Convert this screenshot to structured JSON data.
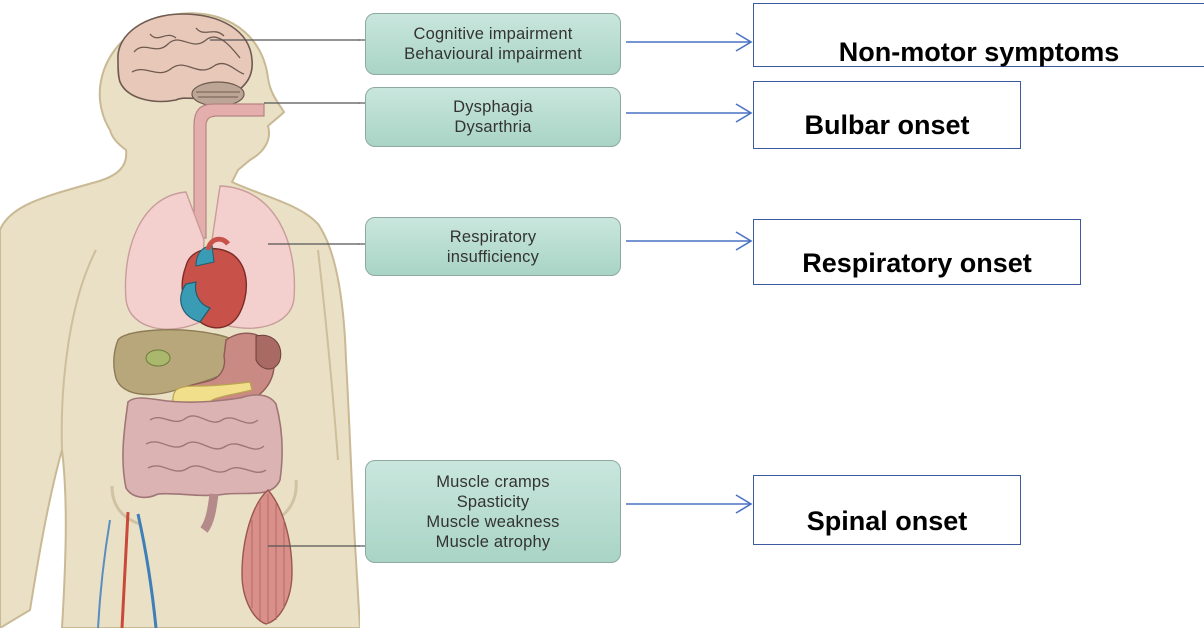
{
  "symptom_groups": [
    {
      "lines": [
        "Cognitive impairment",
        "Behavioural impairment"
      ],
      "onset_label": "Non-motor symptoms"
    },
    {
      "lines": [
        "Dysphagia",
        "Dysarthria"
      ],
      "onset_label": "Bulbar onset"
    },
    {
      "lines": [
        "Respiratory",
        "insufficiency"
      ],
      "onset_label": "Respiratory onset"
    },
    {
      "lines": [
        "Muscle cramps",
        "Spasticity",
        "Muscle weakness",
        "Muscle atrophy"
      ],
      "onset_label": "Spinal onset"
    }
  ],
  "colors": {
    "skin": "#eae0c6",
    "skin_outline": "#c9b994",
    "symptom_box_fill": "#b6dacd",
    "symptom_box_border": "#8fa9a1",
    "onset_box_border": "#3d5a9e",
    "arrow": "#4a72c4",
    "lungs": "#f3cfcd",
    "liver": "#b9a77c",
    "intestine": "#dcb3b3",
    "heart_red": "#c8514a",
    "heart_blue": "#3a9bb5",
    "muscle": "#d9908b"
  }
}
